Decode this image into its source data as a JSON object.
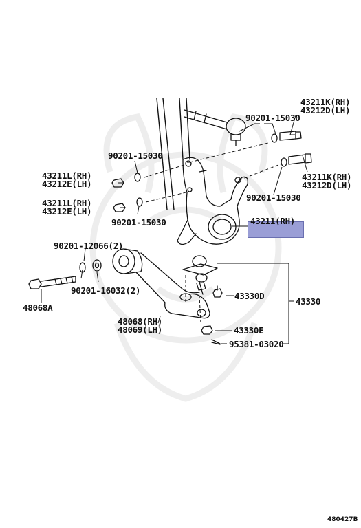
{
  "labels": {
    "p_43211K_top": "43211K(RH)",
    "p_43212D_top": "43212D(LH)",
    "p_90201_15030_top": "90201-15030",
    "p_90201_15030_left": "90201-15030",
    "p_43211L_1": "43211L(RH)",
    "p_43212E_1": "43212E(LH)",
    "p_43211K_right": "43211K(RH)",
    "p_43212D_right": "43212D(LH)",
    "p_90201_15030_right": "90201-15030",
    "p_43211L_2": "43211L(RH)",
    "p_43212E_2": "43212E(LH)",
    "p_90201_15030_lower": "90201-15030",
    "p_43211_rh": "43211(RH)",
    "p_90201_12066": "90201-12066(2)",
    "p_90201_16032": "90201-16032(2)",
    "p_48068A": "48068A",
    "p_43330D": "43330D",
    "p_43330": "43330",
    "p_48068_rh": "48068(RH)",
    "p_48069_lh": "48069(LH)",
    "p_43330E": "43330E",
    "p_95381": "95381-03020"
  },
  "diagram_ref": "480427B",
  "colors": {
    "ink": "#111111",
    "highlight": "#9a9ed6",
    "watermark": "#ececec"
  }
}
